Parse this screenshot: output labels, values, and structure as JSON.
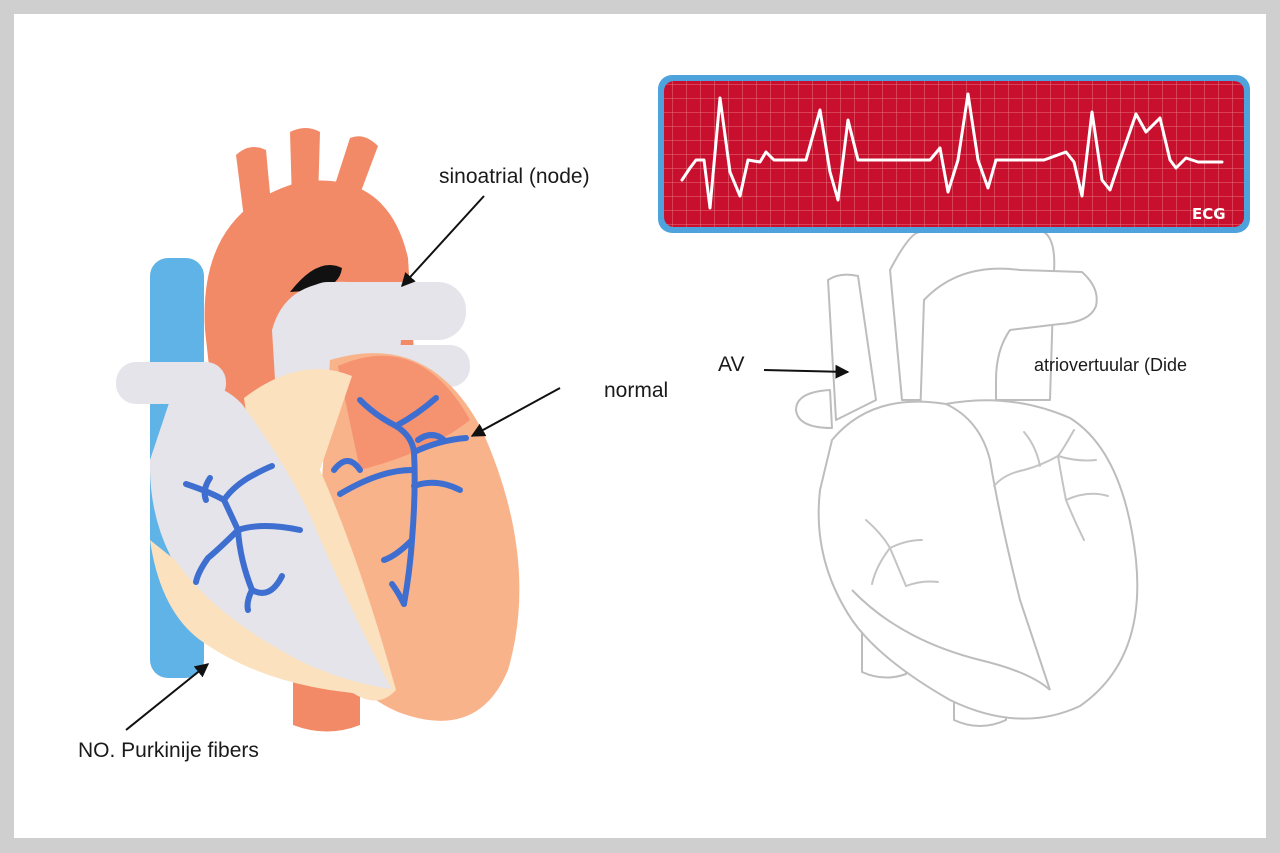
{
  "labels": {
    "sinoatrial": "sinoatrial (node)",
    "normal": "normal",
    "av": "AV",
    "atrioventricular": "atriovertuular (Dide",
    "purkinje": "NO. Purkinije fibers"
  },
  "ecg": {
    "tag": "ECG"
  },
  "colors": {
    "background": "#ffffff",
    "frame": "#cfcfcf",
    "aorta": "#f28a68",
    "vena_cava": "#5fb3e6",
    "heart_gray": "#e4e4ea",
    "cream": "#fbe1bd",
    "ventricle": "#f9b38b",
    "vessels_blue": "#3e6fd0",
    "ecg_red": "#c8102e",
    "ecg_border": "#4fa3dd",
    "outline_gray": "#bdbdbd"
  }
}
